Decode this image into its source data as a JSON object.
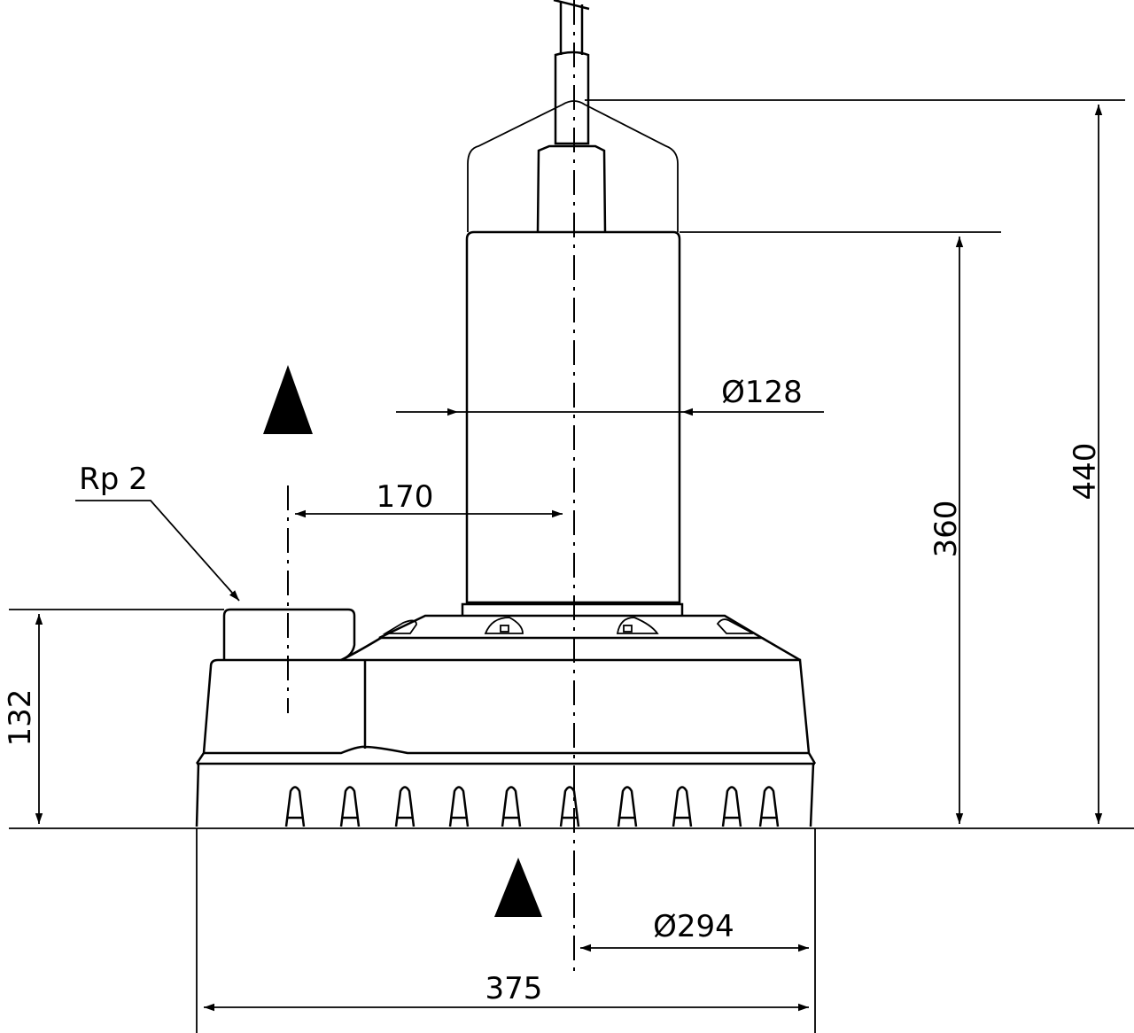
{
  "drawing": {
    "dimensions": {
      "total_height": "440",
      "motor_height": "360",
      "outlet_height": "132",
      "motor_diameter": "Ø128",
      "outlet_offset": "170",
      "outlet_thread": "Rp 2",
      "base_radius_diameter": "Ø294",
      "base_width": "375"
    },
    "colors": {
      "line": "#000000",
      "background": "#ffffff"
    }
  }
}
